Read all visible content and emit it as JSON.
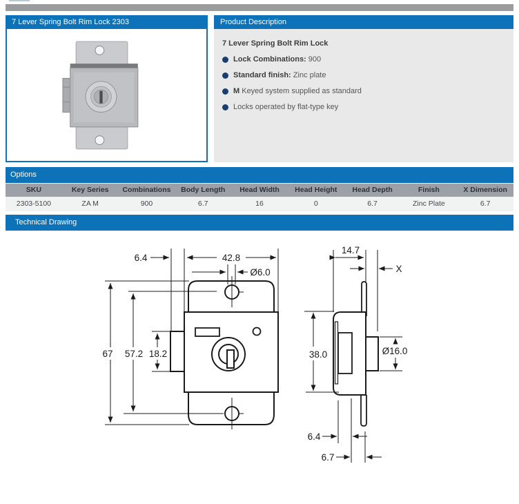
{
  "product_panel": {
    "title": "7 Lever Spring Bolt Rim Lock 2303"
  },
  "description_panel": {
    "title": "Product Description",
    "heading": "7 Lever Spring Bolt Rim Lock",
    "bullets": [
      {
        "bold": "Lock Combinations:",
        "text": " 900"
      },
      {
        "bold": "Standard finish:",
        "text": " Zinc plate"
      },
      {
        "bold": "M",
        "text": " Keyed system supplied as standard"
      },
      {
        "bold": "",
        "text": "Locks operated by flat-type key"
      }
    ]
  },
  "options": {
    "title": "Options",
    "headers": [
      "SKU",
      "Key Series",
      "Combinations",
      "Body Length",
      "Head Width",
      "Head Height",
      "Head Depth",
      "Finish",
      "X Dimension"
    ],
    "row": [
      "2303-5100",
      "ZA M",
      "900",
      "6.7",
      "16",
      "0",
      "6.7",
      "Zinc Plate",
      "6.7"
    ]
  },
  "technical": {
    "title": "Technical Drawing",
    "front_view": {
      "dims": {
        "d64": "6.4",
        "d428": "42.8",
        "dia6": "Ø6.0",
        "d67": "67",
        "d572": "57.2",
        "d182": "18.2"
      }
    },
    "side_view": {
      "dims": {
        "d147": "14.7",
        "dx": "X",
        "d38": "38.0",
        "dia16": "Ø16.0",
        "d64": "6.4",
        "d67": "6.7"
      }
    }
  },
  "colors": {
    "accent_blue": "#0e72b8",
    "top_bar_gray": "#9a9c9e",
    "table_header_gray": "#9ba1a6",
    "bullet_navy": "#1c3e6e",
    "description_bg": "#e9e9e9",
    "row_bg": "#f1f2f2"
  }
}
